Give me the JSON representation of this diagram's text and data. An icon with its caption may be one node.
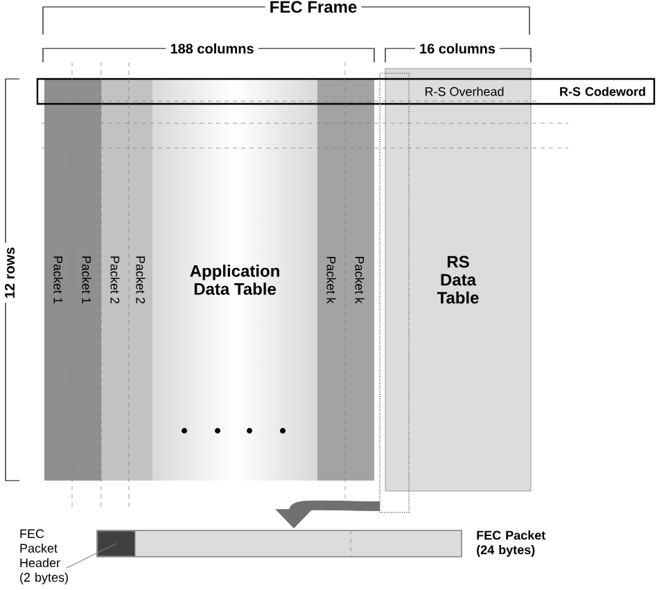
{
  "diagram": {
    "nodes": [
      {
        "text": [
          "Application Data Table"
        ]
      },
      {
        "text": [
          "Packet 1"
        ]
      },
      {
        "text": [
          "Packet 1"
        ]
      },
      {
        "text": [
          "Packet 2"
        ]
      },
      {
        "text": [
          "Packet 2"
        ]
      },
      {
        "text": [
          "Packet k"
        ]
      },
      {
        "text": [
          "Packet k"
        ]
      },
      {
        "text": [
          "RS Data Table"
        ]
      },
      {
        "text": [
          "R-S Codeword"
        ]
      },
      {
        "text": [],
        "shape": "bar",
        "beside": [
          "FEC Packet (24 bytes)"
        ]
      },
      {
        "text": [],
        "shape": "box",
        "in": 9
      },
      {
        "text": [
          "FEC Packet Header (2 bytes)"
        ]
      },
      {
        "text": [],
        "shape": "box"
      }
    ],
    "edges": [
      {
        "from": 12,
        "to": 9,
        "arrow": "to",
        "style": "thick",
        "color": "#707070"
      },
      {
        "from": 11,
        "to": 10,
        "arrow": "none"
      }
    ],
    "labels": [
      "FEC Frame",
      "188 columns",
      "16 columns",
      "12 rows",
      "R-S Overhead"
    ]
  }
}
